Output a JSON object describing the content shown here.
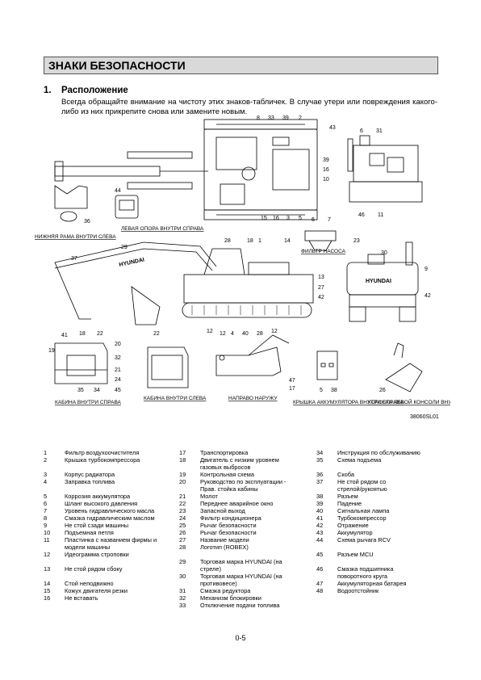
{
  "header": {
    "title": "ЗНАКИ БЕЗОПАСНОСТИ"
  },
  "section": {
    "number": "1.",
    "title": "Расположение",
    "intro": "Всегда обращайте внимание на чистоту этих знаков-табличек. В случае утери или повреждения какого-либо из них прикрепите снова или замените новым."
  },
  "figure": {
    "captions": {
      "lower_frame": "НИЖНЯЯ РАМА ВНУТРИ СЛЕВА",
      "left_support": "ЛЕВАЯ ОПОРА ВНУТРИ СПРАВА",
      "pump_filter": "ФИЛЬТР НАСОСА",
      "cab_right": "КАБИНА ВНУТРИ СПРАВА",
      "cab_left": "КАБИНА ВНУТРИ СЛЕВА",
      "right_outside": "НАПРАВО НАРУЖУ",
      "battery_cover": "КРЫШКА АККУМУЛЯТОРА ВНУТРИ СПРАВА",
      "console_box": "КОРОБКА ЛЕВОЙ КОНСОЛИ ВНУТРИ СПРАВА",
      "drawing_code": "38060SL01"
    },
    "brand_text": "HYUNDAI",
    "callouts": {
      "top": [
        "8",
        "33",
        "39",
        "2",
        "43",
        "6",
        "31",
        "39",
        "16",
        "10",
        "15",
        "16",
        "3",
        "5",
        "46",
        "11",
        "44",
        "36"
      ],
      "middle": [
        "28",
        "18",
        "1",
        "14",
        "6",
        "7",
        "23",
        "37",
        "29",
        "30",
        "9",
        "13",
        "27",
        "42",
        "42",
        "12",
        "12"
      ],
      "bottom": [
        "41",
        "18",
        "22",
        "20",
        "32",
        "19",
        "21",
        "24",
        "35",
        "34",
        "45",
        "22",
        "12",
        "4",
        "40",
        "28",
        "47",
        "17",
        "5",
        "38",
        "26"
      ]
    }
  },
  "legend": {
    "col1": [
      {
        "n": "1",
        "t": "Фильтр воздухоочистителя"
      },
      {
        "n": "2",
        "t": "Крышка турбокомпрессора"
      },
      {
        "n": "",
        "t": ""
      },
      {
        "n": "3",
        "t": "Корпус радиатора"
      },
      {
        "n": "4",
        "t": "Заправка топлива"
      },
      {
        "n": "",
        "t": ""
      },
      {
        "n": "5",
        "t": "Коррозия аккумулятора"
      },
      {
        "n": "6",
        "t": "Шланг высокого давления"
      },
      {
        "n": "7",
        "t": "Уровень гидравлического масла"
      },
      {
        "n": "8",
        "t": "Смазка гидравлическим маслом"
      },
      {
        "n": "9",
        "t": "Не стой сзади машины"
      },
      {
        "n": "10",
        "t": "Подъемная петля"
      },
      {
        "n": "11",
        "t": "Пластинка с названием фирмы и"
      },
      {
        "n": "",
        "t": "модели машины"
      },
      {
        "n": "12",
        "t": "Идеограмма строповки"
      },
      {
        "n": "",
        "t": ""
      },
      {
        "n": "13",
        "t": "Не стой рядом сбоку"
      },
      {
        "n": "",
        "t": ""
      },
      {
        "n": "14",
        "t": "Стой неподвижно"
      },
      {
        "n": "15",
        "t": "Кожух двигателя резки"
      },
      {
        "n": "16",
        "t": "Не вставать"
      }
    ],
    "col2": [
      {
        "n": "17",
        "t": "Транспортировка"
      },
      {
        "n": "18",
        "t": "Двигатель с низким уровнем"
      },
      {
        "n": "",
        "t": "газовых выбросов"
      },
      {
        "n": "19",
        "t": "Контрольная схема"
      },
      {
        "n": "20",
        "t": "Руководство по эксплуатации -"
      },
      {
        "n": "",
        "t": "Прав. стойка кабины"
      },
      {
        "n": "21",
        "t": "Молот"
      },
      {
        "n": "22",
        "t": "Переднее аварийное окно"
      },
      {
        "n": "23",
        "t": "Запасной выход"
      },
      {
        "n": "24",
        "t": "Фильтр кондиционера"
      },
      {
        "n": "25",
        "t": "Рычаг безопасности"
      },
      {
        "n": "26",
        "t": "Рычаг безопасности"
      },
      {
        "n": "27",
        "t": "Название модели"
      },
      {
        "n": "28",
        "t": "Логотип (ROBEX)"
      },
      {
        "n": "",
        "t": ""
      },
      {
        "n": "29",
        "t": "Торговая марка HYUNDAI (на"
      },
      {
        "n": "",
        "t": "стреле)"
      },
      {
        "n": "30",
        "t": "Торговая марка HYUNDAI (на"
      },
      {
        "n": "",
        "t": "противовесе)"
      },
      {
        "n": "31",
        "t": "Смазка редуктора"
      },
      {
        "n": "32",
        "t": "Механизм блокировки"
      },
      {
        "n": "33",
        "t": "Отключение подачи топлива"
      }
    ],
    "col3": [
      {
        "n": "34",
        "t": "Инструкция по обслуживанию"
      },
      {
        "n": "35",
        "t": "Схема подъема"
      },
      {
        "n": "",
        "t": ""
      },
      {
        "n": "36",
        "t": "Скоба"
      },
      {
        "n": "37",
        "t": "Не стой рядом со"
      },
      {
        "n": "",
        "t": "стрелой/рукоятью"
      },
      {
        "n": "38",
        "t": "Разъем"
      },
      {
        "n": "39",
        "t": "Падение"
      },
      {
        "n": "40",
        "t": "Сигнальная лампа"
      },
      {
        "n": "41",
        "t": "Турбокомпрессор"
      },
      {
        "n": "42",
        "t": "Отражение"
      },
      {
        "n": "43",
        "t": "Аккумулятор"
      },
      {
        "n": "44",
        "t": "Схема рычага RCV"
      },
      {
        "n": "",
        "t": ""
      },
      {
        "n": "45",
        "t": "Разъем MCU"
      },
      {
        "n": "",
        "t": ""
      },
      {
        "n": "46",
        "t": "Смазка подшипника"
      },
      {
        "n": "",
        "t": "поворотного круга"
      },
      {
        "n": "47",
        "t": "Аккумуляторная батарея"
      },
      {
        "n": "48",
        "t": "Водоотстойник"
      }
    ]
  },
  "footer": {
    "page": "0-5"
  }
}
